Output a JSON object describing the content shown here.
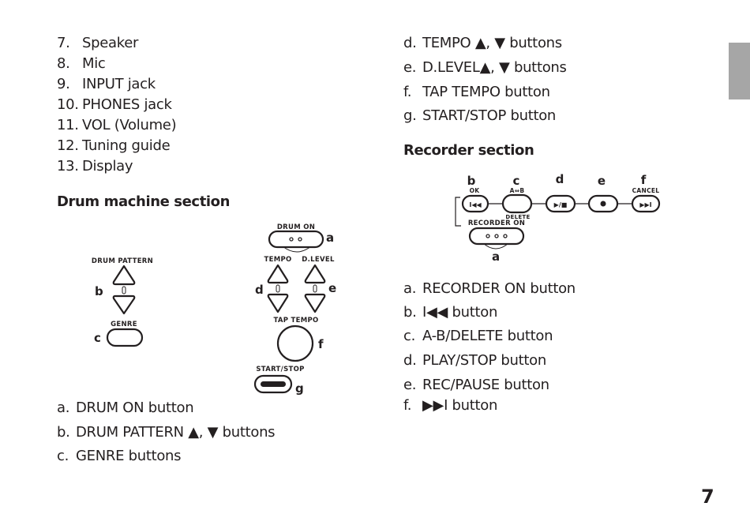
{
  "page_number": "7",
  "top_list": [
    {
      "num": "7.",
      "label": "Speaker"
    },
    {
      "num": "8.",
      "label": "Mic"
    },
    {
      "num": "9.",
      "label": "INPUT jack"
    },
    {
      "num": "10.",
      "label": "PHONES jack"
    },
    {
      "num": "11.",
      "label": "VOL (Volume)"
    },
    {
      "num": "12.",
      "label": "Tuning guide"
    },
    {
      "num": "13.",
      "label": "Display"
    }
  ],
  "drum_section": {
    "heading": "Drum machine section",
    "diagram": {
      "drum_pattern_label": "DRUM PATTERN",
      "genre_label": "GENRE",
      "drum_on_label": "DRUM ON",
      "tempo_label": "TEMPO",
      "dlevel_label": "D.LEVEL",
      "tap_tempo_label": "TAP TEMPO",
      "start_stop_label": "START/STOP",
      "callouts": {
        "a": "a",
        "b": "b",
        "c": "c",
        "d": "d",
        "e": "e",
        "f": "f",
        "g": "g"
      }
    },
    "items": [
      {
        "letter": "a.",
        "label": "DRUM ON button"
      },
      {
        "letter": "b.",
        "label": "DRUM PATTERN ▲, ▼ buttons"
      },
      {
        "letter": "c.",
        "label": "GENRE buttons"
      },
      {
        "letter": "d.",
        "label": "TEMPO ▲, ▼ buttons"
      },
      {
        "letter": "e.",
        "label": "D.LEVEL▲, ▼ buttons"
      },
      {
        "letter": "f.",
        "label": "TAP TEMPO button"
      },
      {
        "letter": "g.",
        "label": "START/STOP button"
      }
    ]
  },
  "recorder_section": {
    "heading": "Recorder section",
    "diagram": {
      "ok_label": "OK",
      "ab_label": "A⇔B",
      "cancel_label": "CANCEL",
      "delete_label": "DELETE",
      "recorder_on_label": "RECORDER ON",
      "play_stop_glyph": "▶/■",
      "rewind_glyph": "I◀◀",
      "ffwd_glyph": "▶▶I",
      "callouts": {
        "a": "a",
        "b": "b",
        "c": "c",
        "d": "d",
        "e": "e",
        "f": "f"
      }
    },
    "items": [
      {
        "letter": "a.",
        "label": "RECORDER ON button"
      },
      {
        "letter": "b.",
        "label": "I◀◀ button"
      },
      {
        "letter": "c.",
        "label": "A-B/DELETE button"
      },
      {
        "letter": "d.",
        "label": "PLAY/STOP button"
      },
      {
        "letter": "e.",
        "label": "REC/PAUSE button"
      },
      {
        "letter": "f.",
        "label": "▶▶I button"
      }
    ]
  }
}
